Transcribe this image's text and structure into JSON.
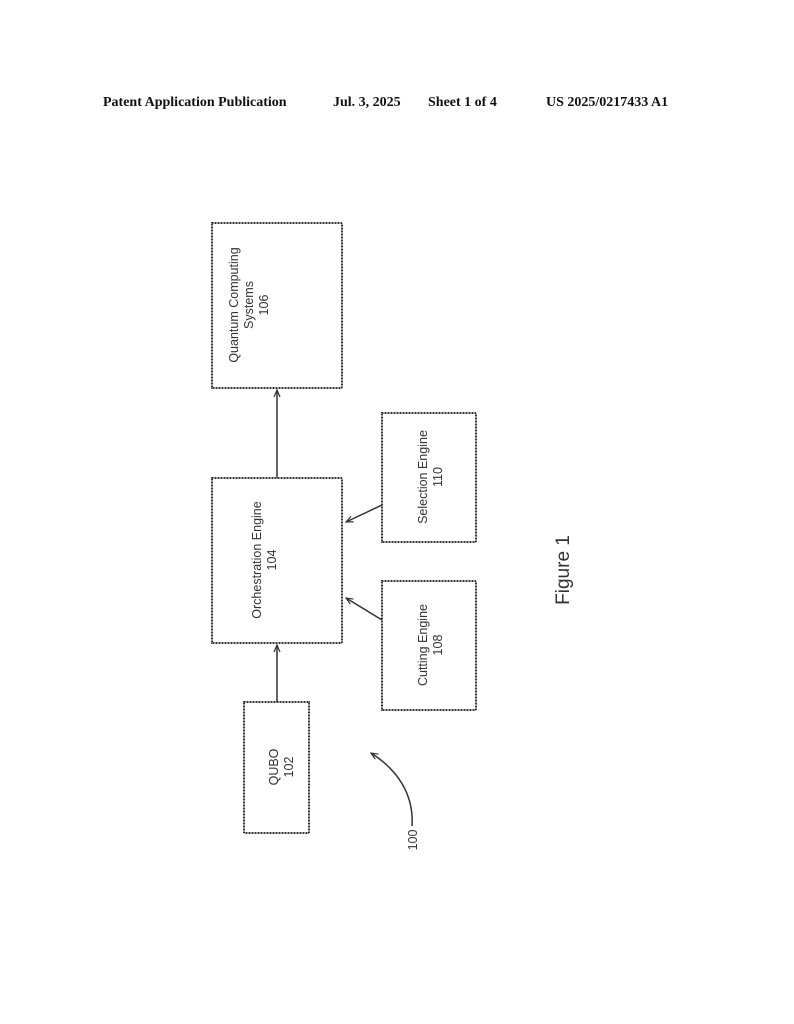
{
  "header": {
    "publication": "Patent Application Publication",
    "date": "Jul. 3, 2025",
    "sheet": "Sheet 1 of 4",
    "number": "US 2025/0217433 A1"
  },
  "diagram": {
    "system_ref": "100",
    "figure_label": "Figure 1",
    "nodes": {
      "qubo": {
        "name": "QUBO",
        "ref": "102"
      },
      "orchestration": {
        "name": "Orchestration Engine",
        "ref": "104"
      },
      "quantum": {
        "name_line1": "Quantum Computing",
        "name_line2": "Systems",
        "ref": "106"
      },
      "cutting": {
        "name": "Cutting Engine",
        "ref": "108"
      },
      "selection": {
        "name": "Selection Engine",
        "ref": "110"
      }
    },
    "edges": [
      {
        "from": "QUBO 102",
        "to": "Orchestration Engine 104"
      },
      {
        "from": "Orchestration Engine 104",
        "to": "Quantum Computing Systems 106"
      },
      {
        "from": "Cutting Engine 108",
        "to": "Orchestration Engine 104"
      },
      {
        "from": "Selection Engine 110",
        "to": "Orchestration Engine 104"
      }
    ]
  }
}
